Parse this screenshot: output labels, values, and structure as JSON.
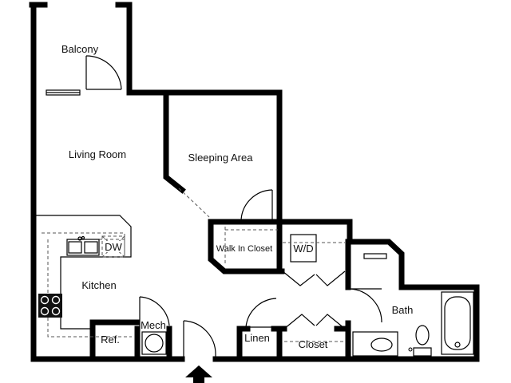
{
  "rooms": {
    "balcony": "Balcony",
    "living_room": "Living Room",
    "sleeping_area": "Sleeping Area",
    "walk_in_closet": "Walk In Closet",
    "wd": "W/D",
    "kitchen": "Kitchen",
    "dw": "DW",
    "bath": "Bath",
    "mech": "Mech",
    "ref": "Ref.",
    "linen": "Linen",
    "closet": "Closet"
  }
}
